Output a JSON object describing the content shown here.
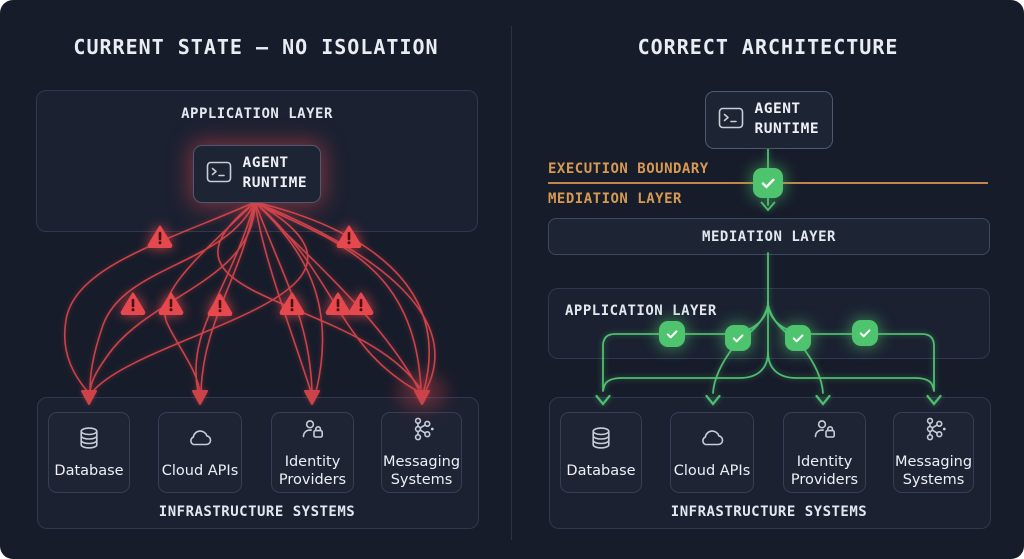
{
  "left": {
    "title": "CURRENT STATE — NO ISOLATION",
    "application_layer": {
      "label": "APPLICATION LAYER"
    },
    "agent_runtime": {
      "label": "AGENT RUNTIME",
      "icon": "terminal-icon"
    },
    "warnings": {
      "icon": "warning-triangle-icon",
      "count": 8
    },
    "infrastructure": {
      "label": "INFRASTRUCTURE SYSTEMS",
      "items": [
        {
          "label": "Database",
          "icon": "database-icon"
        },
        {
          "label": "Cloud APIs",
          "icon": "cloud-icon"
        },
        {
          "label": "Identity Providers",
          "icon": "identity-lock-icon"
        },
        {
          "label": "Messaging Systems",
          "icon": "messaging-nodes-icon"
        }
      ]
    }
  },
  "right": {
    "title": "CORRECT ARCHITECTURE",
    "agent_runtime": {
      "label": "AGENT RUNTIME",
      "icon": "terminal-icon"
    },
    "execution_boundary_label": "EXECUTION BOUNDARY",
    "mediation_caption": "MEDIATION LAYER",
    "mediation_box": {
      "label": "MEDIATION LAYER"
    },
    "application_layer": {
      "label": "APPLICATION LAYER"
    },
    "checks": {
      "icon": "check-badge-icon",
      "count": 5
    },
    "infrastructure": {
      "label": "INFRASTRUCTURE SYSTEMS",
      "items": [
        {
          "label": "Database",
          "icon": "database-icon"
        },
        {
          "label": "Cloud APIs",
          "icon": "cloud-icon"
        },
        {
          "label": "Identity Providers",
          "icon": "identity-lock-icon"
        },
        {
          "label": "Messaging Systems",
          "icon": "messaging-nodes-icon"
        }
      ]
    }
  },
  "colors": {
    "background": "#171c2a",
    "danger": "#e5484d",
    "success": "#4fc46e",
    "boundary": "#d79a52",
    "text": "#e9ecf2"
  }
}
